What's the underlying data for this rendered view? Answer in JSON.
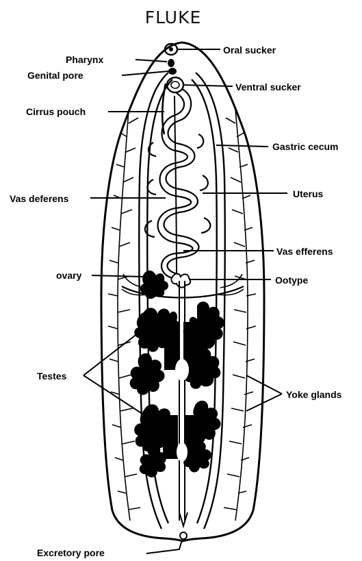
{
  "title": "FLUKE",
  "labels": {
    "oral_sucker": "Oral sucker",
    "pharynx": "Pharynx",
    "genital_pore": "Genital pore",
    "ventral_sucker": "Ventral sucker",
    "cirrus_pouch": "Cirrus pouch",
    "gastric_cecum": "Gastric cecum",
    "uterus": "Uterus",
    "vas_deferens": "Vas deferens",
    "vas_efferens": "Vas efferens",
    "ovary": "ovary",
    "ootype": "Ootype",
    "testes": "Testes",
    "yoke_glands": "Yoke glands",
    "excretory_pore": "Excretory pore"
  },
  "colors": {
    "ink": "#000000",
    "paper": "#ffffff"
  }
}
